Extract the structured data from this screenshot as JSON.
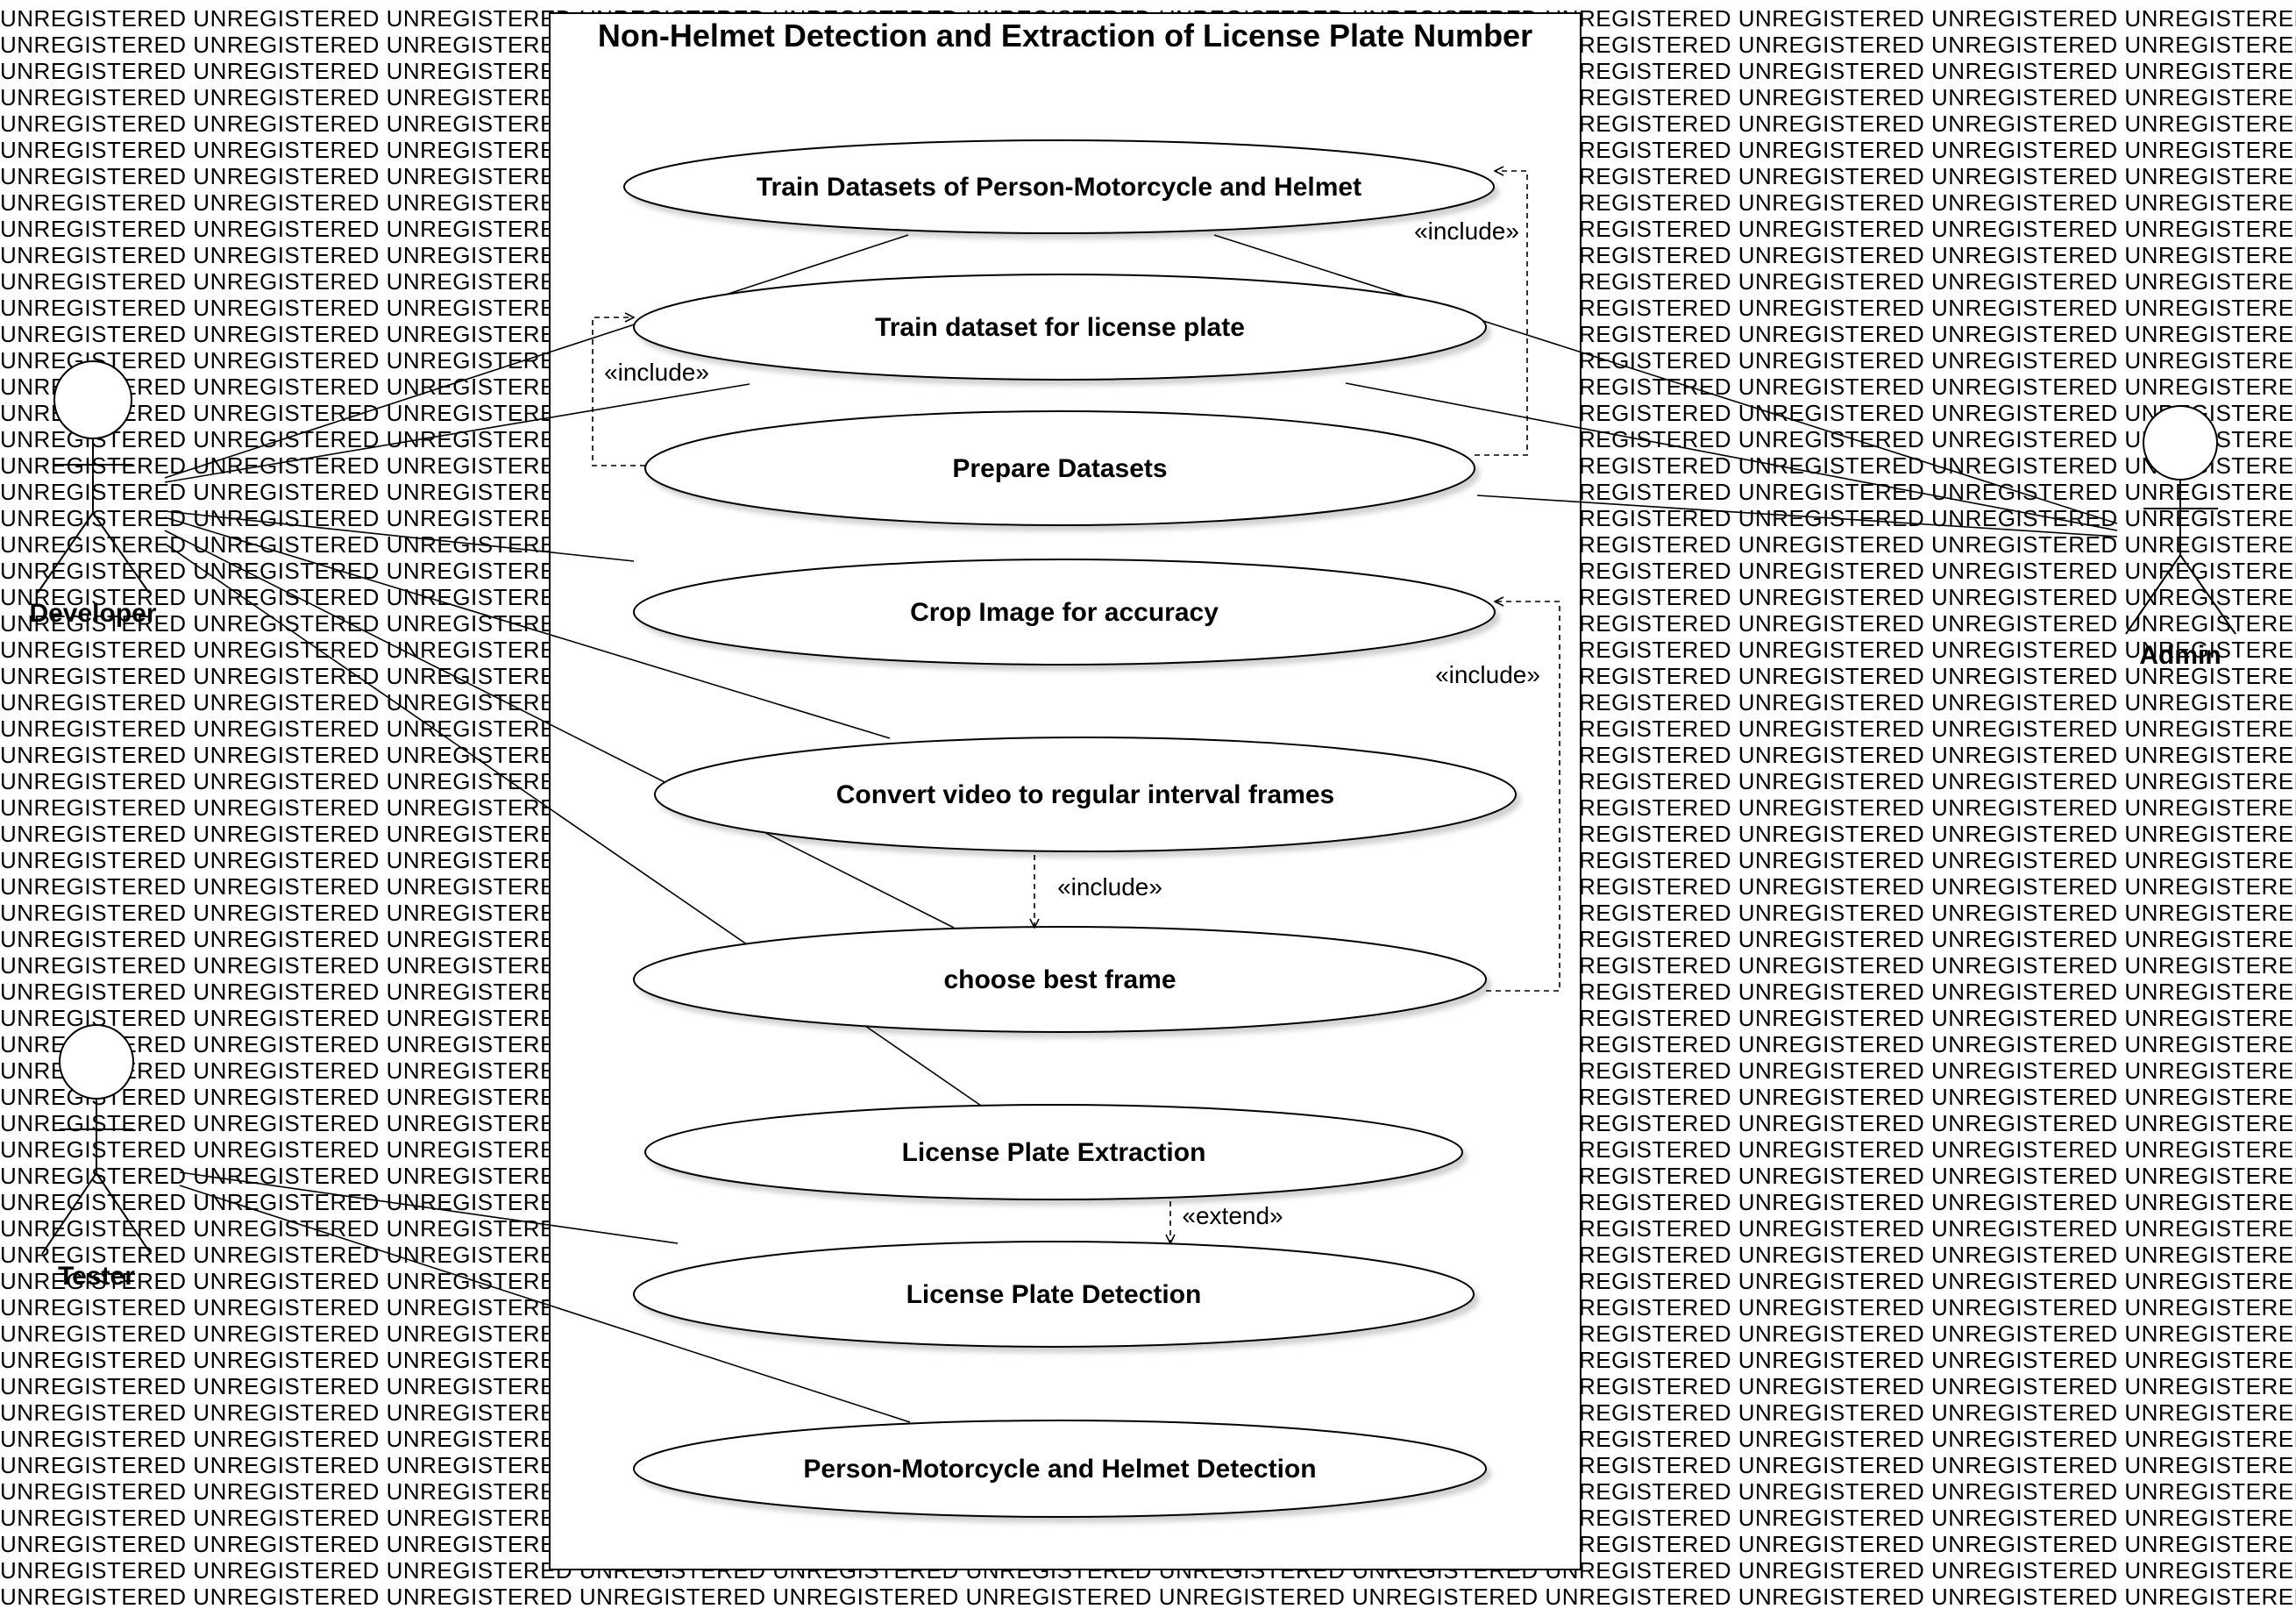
{
  "watermark": "UNREGISTERED",
  "system": {
    "title": "Non-Helmet Detection and Extraction of License Plate Number"
  },
  "use_cases": [
    {
      "id": "train-helmet",
      "label": "Train Datasets of Person-Motorcycle and Helmet"
    },
    {
      "id": "train-plate",
      "label": "Train dataset for license plate"
    },
    {
      "id": "prepare",
      "label": "Prepare Datasets"
    },
    {
      "id": "crop",
      "label": "Crop Image for accuracy"
    },
    {
      "id": "convert",
      "label": "Convert video to regular interval frames"
    },
    {
      "id": "choose",
      "label": "choose best frame"
    },
    {
      "id": "extract",
      "label": "License Plate Extraction"
    },
    {
      "id": "detect-plate",
      "label": "License Plate Detection"
    },
    {
      "id": "detect-helmet",
      "label": "Person-Motorcycle and Helmet Detection"
    }
  ],
  "actors": [
    {
      "id": "developer",
      "label": "Developer"
    },
    {
      "id": "tester",
      "label": "Tester"
    },
    {
      "id": "admin",
      "label": "Admin"
    }
  ],
  "relations": [
    {
      "id": "inc-prepare-helmet",
      "label": "«include»"
    },
    {
      "id": "inc-prepare-plate",
      "label": "«include»"
    },
    {
      "id": "inc-choose-crop",
      "label": "«include»"
    },
    {
      "id": "inc-convert-choose",
      "label": "«include»"
    },
    {
      "id": "ext-extract-detect",
      "label": "«extend»"
    }
  ]
}
